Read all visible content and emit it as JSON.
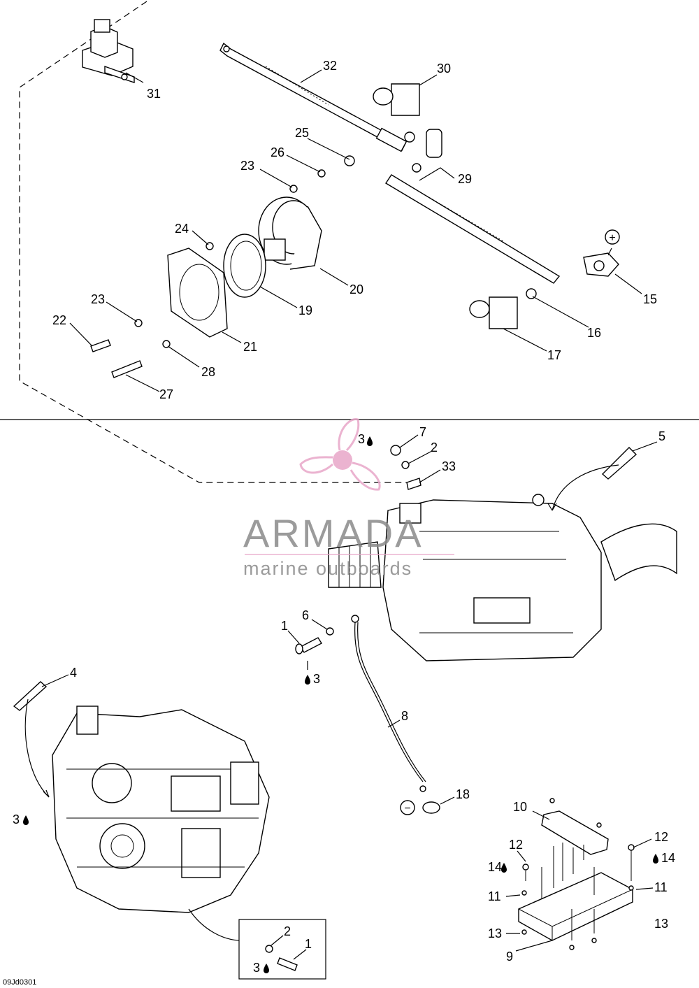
{
  "diagram_id": "09Jd0301",
  "callouts": {
    "c1a": "1",
    "c1b": "1",
    "c2a": "2",
    "c2b": "2",
    "c3a": "3",
    "c3b": "3",
    "c3c": "3",
    "c3d": "3",
    "c4": "4",
    "c5": "5",
    "c6": "6",
    "c7": "7",
    "c8": "8",
    "c9": "9",
    "c10": "10",
    "c11a": "11",
    "c11b": "11",
    "c12a": "12",
    "c12b": "12",
    "c13a": "13",
    "c13b": "13",
    "c14a": "14",
    "c14b": "14",
    "c15": "15",
    "c16": "16",
    "c17": "17",
    "c18": "18",
    "c19": "19",
    "c20": "20",
    "c21": "21",
    "c22": "22",
    "c23a": "23",
    "c23b": "23",
    "c24": "24",
    "c25": "25",
    "c26": "26",
    "c27": "27",
    "c28": "28",
    "c29": "29",
    "c30": "30",
    "c31": "31",
    "c32": "32",
    "c33": "33"
  },
  "polarity": {
    "positive": "+",
    "negative": "−"
  },
  "watermark": {
    "brand": "ARMADA",
    "tagline": "marine outboards",
    "accent_color": "#e8a6c8",
    "text_color": "#8a8a8a"
  }
}
